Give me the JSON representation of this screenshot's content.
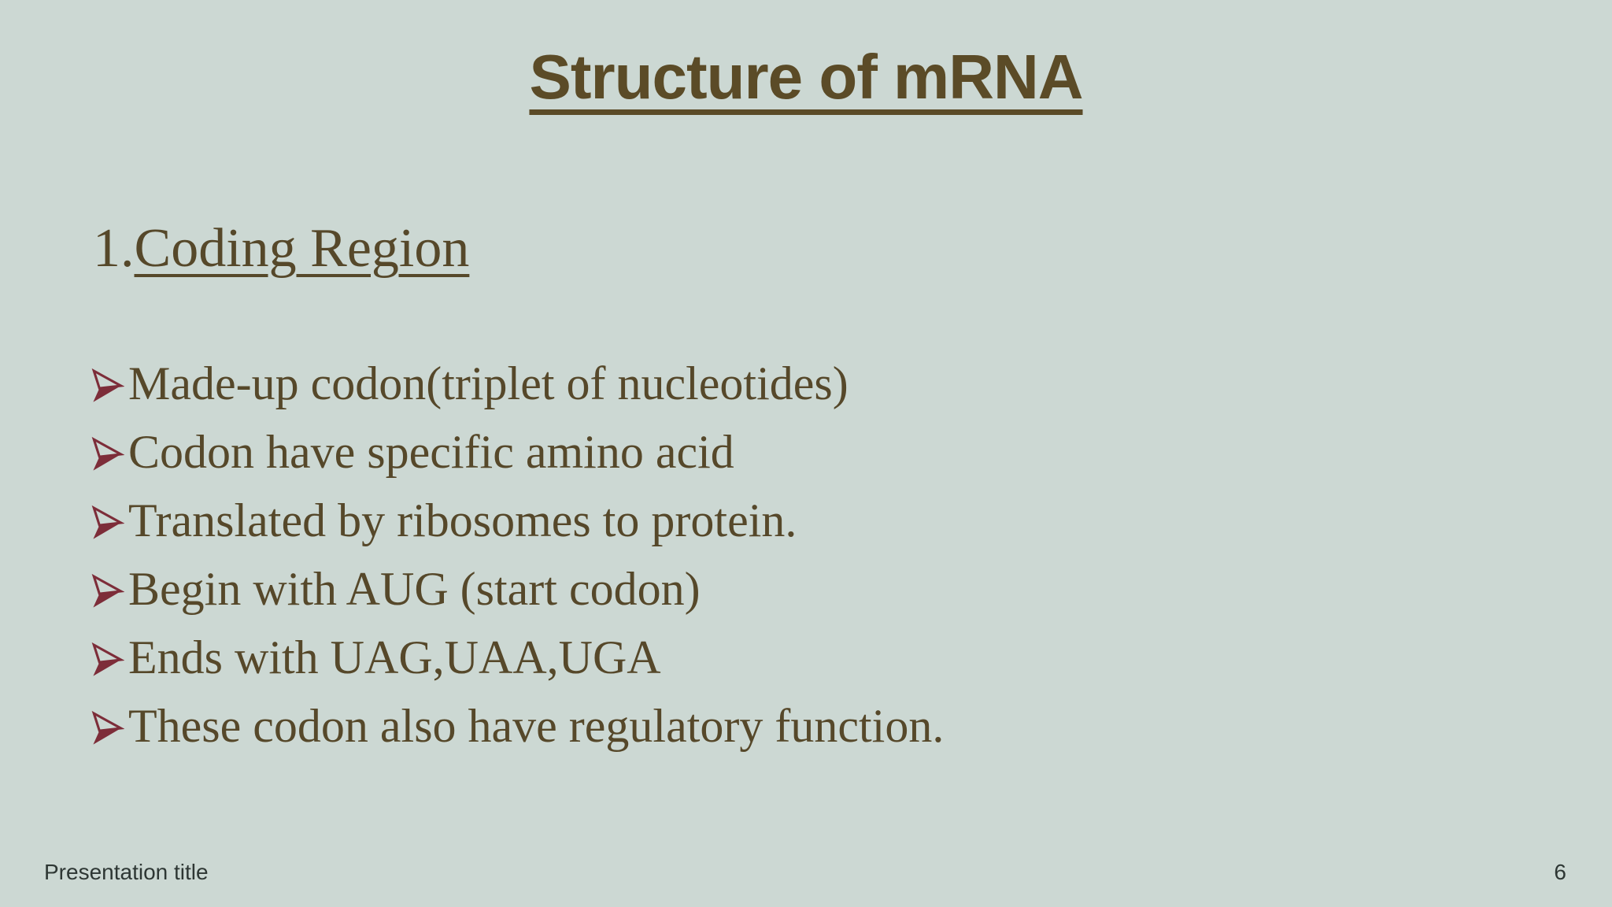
{
  "slide": {
    "title": "Structure of mRNA",
    "heading": {
      "number": "1.",
      "text": "Coding Region"
    },
    "bullets": [
      "Made-up codon(triplet of nucleotides)",
      "Codon have specific amino acid",
      "Translated by ribosomes to protein.",
      "Begin with AUG (start codon)",
      "Ends with UAG,UAA,UGA",
      "These codon also have regulatory function."
    ],
    "footer": {
      "presentation_title": "Presentation title",
      "page_number": "6"
    }
  },
  "icons": {
    "bullet": "three-d-rightwards-arrowhead ➢"
  },
  "colors": {
    "background": "#ccd8d3",
    "title_text": "#5b4b27",
    "body_text": "#56482a",
    "bullet_arrow": "#7d2d39",
    "footer_text": "#2e3734"
  }
}
